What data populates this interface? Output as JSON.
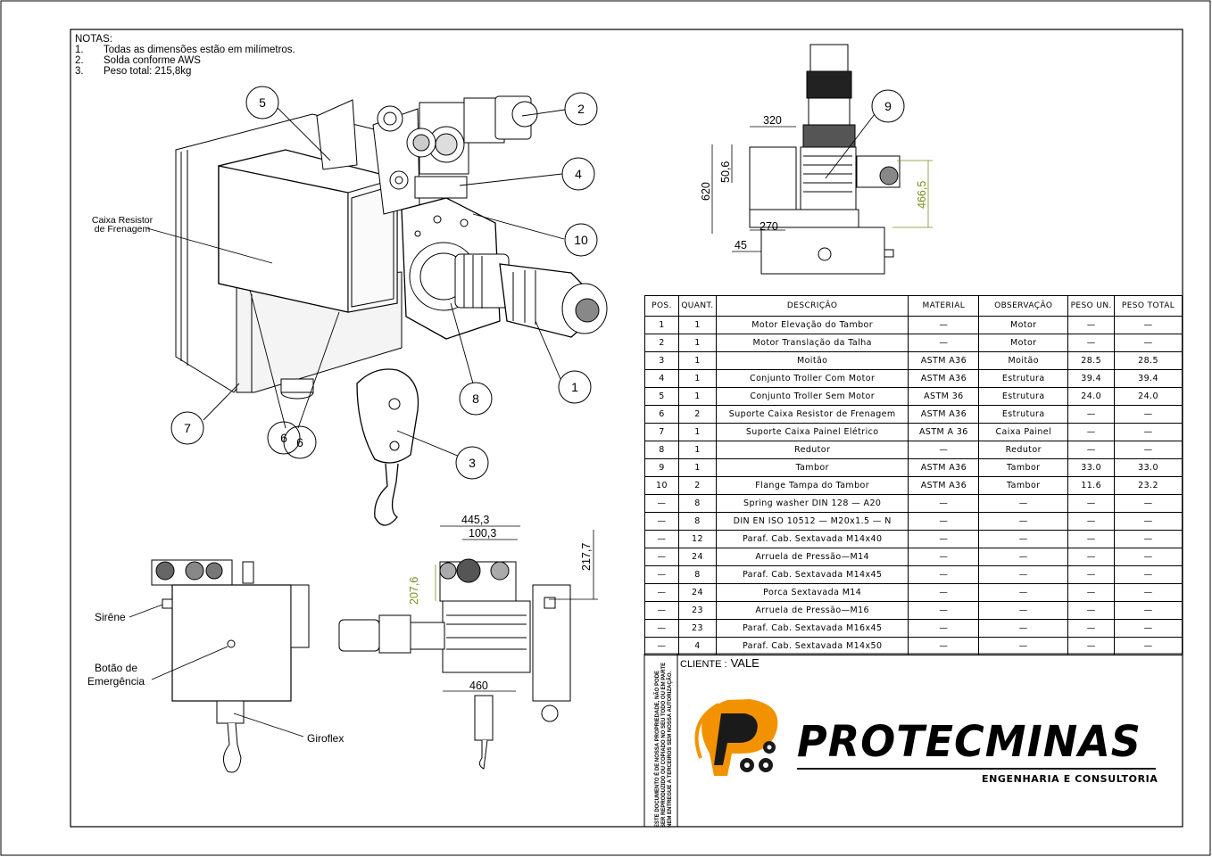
{
  "notes": {
    "heading": "NOTAS:",
    "items": [
      {
        "num": "1.",
        "text": "Todas as dimensões estão em milímetros."
      },
      {
        "num": "2.",
        "text": "Solda conforme AWS"
      },
      {
        "num": "3.",
        "text": "Peso total: 215,8kg"
      }
    ]
  },
  "balloons": [
    "5",
    "2",
    "4",
    "10",
    "1",
    "8",
    "3",
    "7",
    "6",
    "6",
    "9"
  ],
  "labels": {
    "caixa_resistor_1": "Caixa Resistor",
    "caixa_resistor_2": "de Frenagem",
    "sirene": "Sirêne",
    "botao_1": "Botão de",
    "botao_2": "Emergência",
    "giroflex": "Giroflex"
  },
  "dimensions": {
    "d320": "320",
    "d50_6": "50,6",
    "d620": "620",
    "d466_5": "466,5",
    "d270": "270",
    "d45": "45",
    "d445_3": "445,3",
    "d100_3": "100,3",
    "d217_7": "217,7",
    "d207_6": "207,6",
    "d460": "460"
  },
  "bom": {
    "headers": [
      "POS.",
      "QUANT.",
      "DESCRIÇÃO",
      "MATERIAL",
      "OBSERVAÇÃO",
      "PESO UN.",
      "PESO TOTAL"
    ],
    "rows": [
      [
        "1",
        "1",
        "Motor Elevação do Tambor",
        "—",
        "Motor",
        "—",
        "—"
      ],
      [
        "2",
        "1",
        "Motor Translação da Talha",
        "—",
        "Motor",
        "—",
        "—"
      ],
      [
        "3",
        "1",
        "Moitão",
        "ASTM A36",
        "Moitão",
        "28.5",
        "28.5"
      ],
      [
        "4",
        "1",
        "Conjunto Troller Com Motor",
        "ASTM A36",
        "Estrutura",
        "39.4",
        "39.4"
      ],
      [
        "5",
        "1",
        "Conjunto Troller Sem Motor",
        "ASTM 36",
        "Estrutura",
        "24.0",
        "24.0"
      ],
      [
        "6",
        "2",
        "Suporte Caixa Resistor de Frenagem",
        "ASTM A36",
        "Estrutura",
        "—",
        "—"
      ],
      [
        "7",
        "1",
        "Suporte Caixa Painel Elétrico",
        "ASTM A 36",
        "Caixa Painel",
        "—",
        "—"
      ],
      [
        "8",
        "1",
        "Redutor",
        "—",
        "Redutor",
        "—",
        "—"
      ],
      [
        "9",
        "1",
        "Tambor",
        "ASTM A36",
        "Tambor",
        "33.0",
        "33.0"
      ],
      [
        "10",
        "2",
        "Flange Tampa do Tambor",
        "ASTM A36",
        "Tambor",
        "11.6",
        "23.2"
      ],
      [
        "—",
        "8",
        "Spring washer DIN 128 — A20",
        "—",
        "—",
        "—",
        "—"
      ],
      [
        "—",
        "8",
        "DIN EN ISO 10512 — M20x1.5 — N",
        "—",
        "—",
        "—",
        "—"
      ],
      [
        "—",
        "12",
        "Paraf. Cab. Sextavada M14x40",
        "—",
        "—",
        "—",
        "—"
      ],
      [
        "—",
        "24",
        "Arruela de Pressão—M14",
        "—",
        "—",
        "—",
        "—"
      ],
      [
        "—",
        "8",
        "Paraf. Cab. Sextavada M14x45",
        "—",
        "—",
        "—",
        "—"
      ],
      [
        "—",
        "24",
        "Porca Sextavada M14",
        "—",
        "—",
        "—",
        "—"
      ],
      [
        "—",
        "23",
        "Arruela de Pressão—M16",
        "—",
        "—",
        "—",
        "—"
      ],
      [
        "—",
        "23",
        "Paraf. Cab. Sextavada M16x45",
        "—",
        "—",
        "—",
        "—"
      ],
      [
        "—",
        "4",
        "Paraf. Cab. Sextavada M14x50",
        "—",
        "—",
        "—",
        "—"
      ]
    ]
  },
  "title_block": {
    "cliente_label": "CLIENTE :",
    "cliente_value": "VALE",
    "company": "PROTECMINAS",
    "subtitle": "ENGENHARIA E CONSULTORIA",
    "disclaimer": "ESTE DOCUMENTO É DE NOSSA PROPRIEDADE, NÃO PODE SER REPRODUZIDO OU COPIADO NO SEU TODO OU EM PARTE NEM ENTREGUE A TERCEIROS SEM NOSSA AUTORIZAÇÃO."
  },
  "colors": {
    "logo_orange": "#f39200",
    "logo_black": "#1a1a1a",
    "dim_green": "#7a8c1e"
  }
}
